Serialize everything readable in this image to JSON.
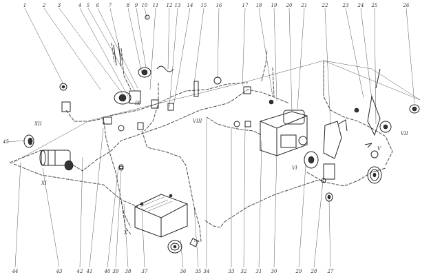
{
  "diagram": {
    "callouts_top": [
      {
        "n": "1"
      },
      {
        "n": "2"
      },
      {
        "n": "3"
      },
      {
        "n": "4"
      },
      {
        "n": "5"
      },
      {
        "n": "6"
      },
      {
        "n": "7"
      },
      {
        "n": "8"
      },
      {
        "n": "9"
      },
      {
        "n": "10"
      },
      {
        "n": "11"
      },
      {
        "n": "12"
      },
      {
        "n": "13"
      },
      {
        "n": "14"
      },
      {
        "n": "15"
      },
      {
        "n": "16"
      },
      {
        "n": "17"
      },
      {
        "n": "18"
      },
      {
        "n": "19"
      },
      {
        "n": "20"
      },
      {
        "n": "21"
      },
      {
        "n": "22"
      },
      {
        "n": "23"
      },
      {
        "n": "24"
      },
      {
        "n": "25"
      },
      {
        "n": "26"
      }
    ],
    "callouts_bottom": [
      {
        "n": "44"
      },
      {
        "n": "43"
      },
      {
        "n": "42"
      },
      {
        "n": "41"
      },
      {
        "n": "40"
      },
      {
        "n": "39"
      },
      {
        "n": "38"
      },
      {
        "n": "37"
      },
      {
        "n": "36"
      },
      {
        "n": "35"
      },
      {
        "n": "34"
      },
      {
        "n": "33"
      },
      {
        "n": "32"
      },
      {
        "n": "31"
      },
      {
        "n": "30"
      },
      {
        "n": "29"
      },
      {
        "n": "28"
      },
      {
        "n": "27"
      }
    ],
    "callout_45": "45",
    "roman_marks": [
      "XII",
      "XI",
      "X",
      "IX",
      "VIII",
      "VII",
      "VI",
      "V"
    ]
  }
}
